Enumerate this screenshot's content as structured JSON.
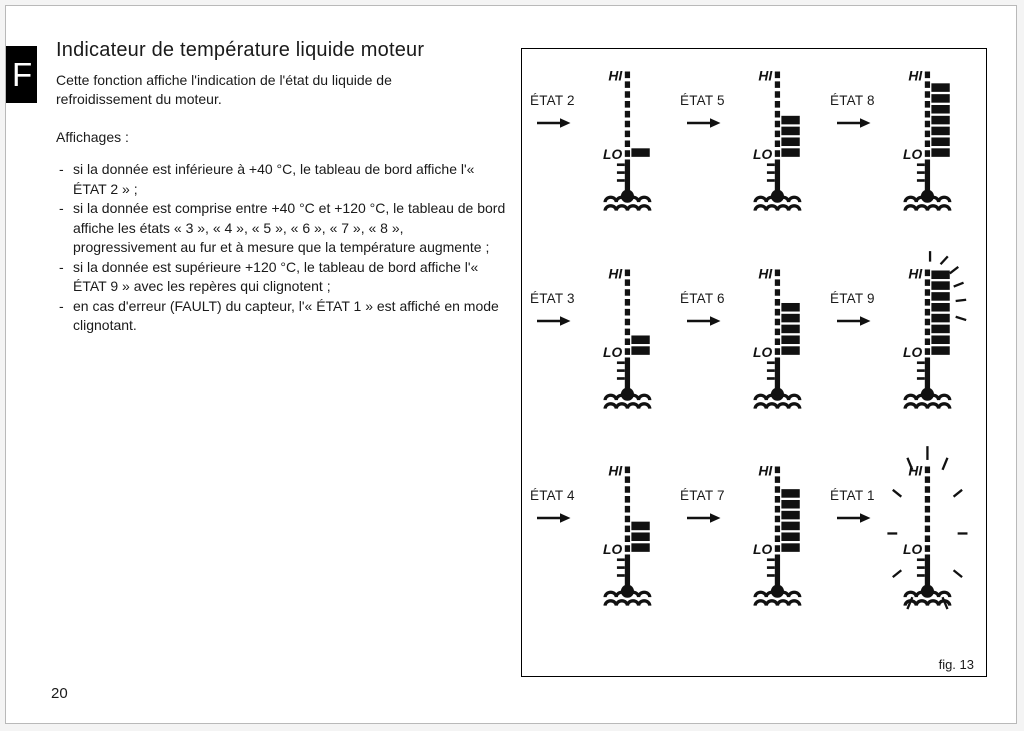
{
  "page": {
    "section_tab": "F",
    "title": "Indicateur de température liquide moteur",
    "intro": "Cette fonction affiche l'indication de l'état du liquide de refroidissement du moteur.",
    "affichages_label": "Affichages :",
    "bullet_marker": "-",
    "bullets": [
      "si la donnée est inférieure à +40 °C, le tableau de bord affiche l'« ÉTAT 2 » ;",
      "si la donnée est comprise entre +40 °C et +120 °C, le tableau de bord affiche les états « 3 », « 4 », « 5 », « 6 », « 7 », « 8 », progressivement au fur et à mesure que la température augmente ;",
      "si la donnée est supérieure +120 °C, le tableau de bord affiche l'« ÉTAT 9 » avec les repères qui clignotent ;",
      "en cas d'erreur (FAULT) du capteur, l'« ÉTAT 1 » est affiché en mode clignotant."
    ],
    "page_number": "20"
  },
  "figure": {
    "caption": "fig. 13",
    "hi_label": "HI",
    "lo_label": "LO",
    "gauges": [
      {
        "label": "ÉTAT 2",
        "bars": 1,
        "blink": "none"
      },
      {
        "label": "ÉTAT 5",
        "bars": 4,
        "blink": "none"
      },
      {
        "label": "ÉTAT 8",
        "bars": 7,
        "blink": "none"
      },
      {
        "label": "ÉTAT 3",
        "bars": 2,
        "blink": "none"
      },
      {
        "label": "ÉTAT 6",
        "bars": 5,
        "blink": "none"
      },
      {
        "label": "ÉTAT 9",
        "bars": 8,
        "blink": "top"
      },
      {
        "label": "ÉTAT 4",
        "bars": 3,
        "blink": "none"
      },
      {
        "label": "ÉTAT 7",
        "bars": 6,
        "blink": "none"
      },
      {
        "label": "ÉTAT 1",
        "bars": 0,
        "blink": "full"
      }
    ]
  }
}
